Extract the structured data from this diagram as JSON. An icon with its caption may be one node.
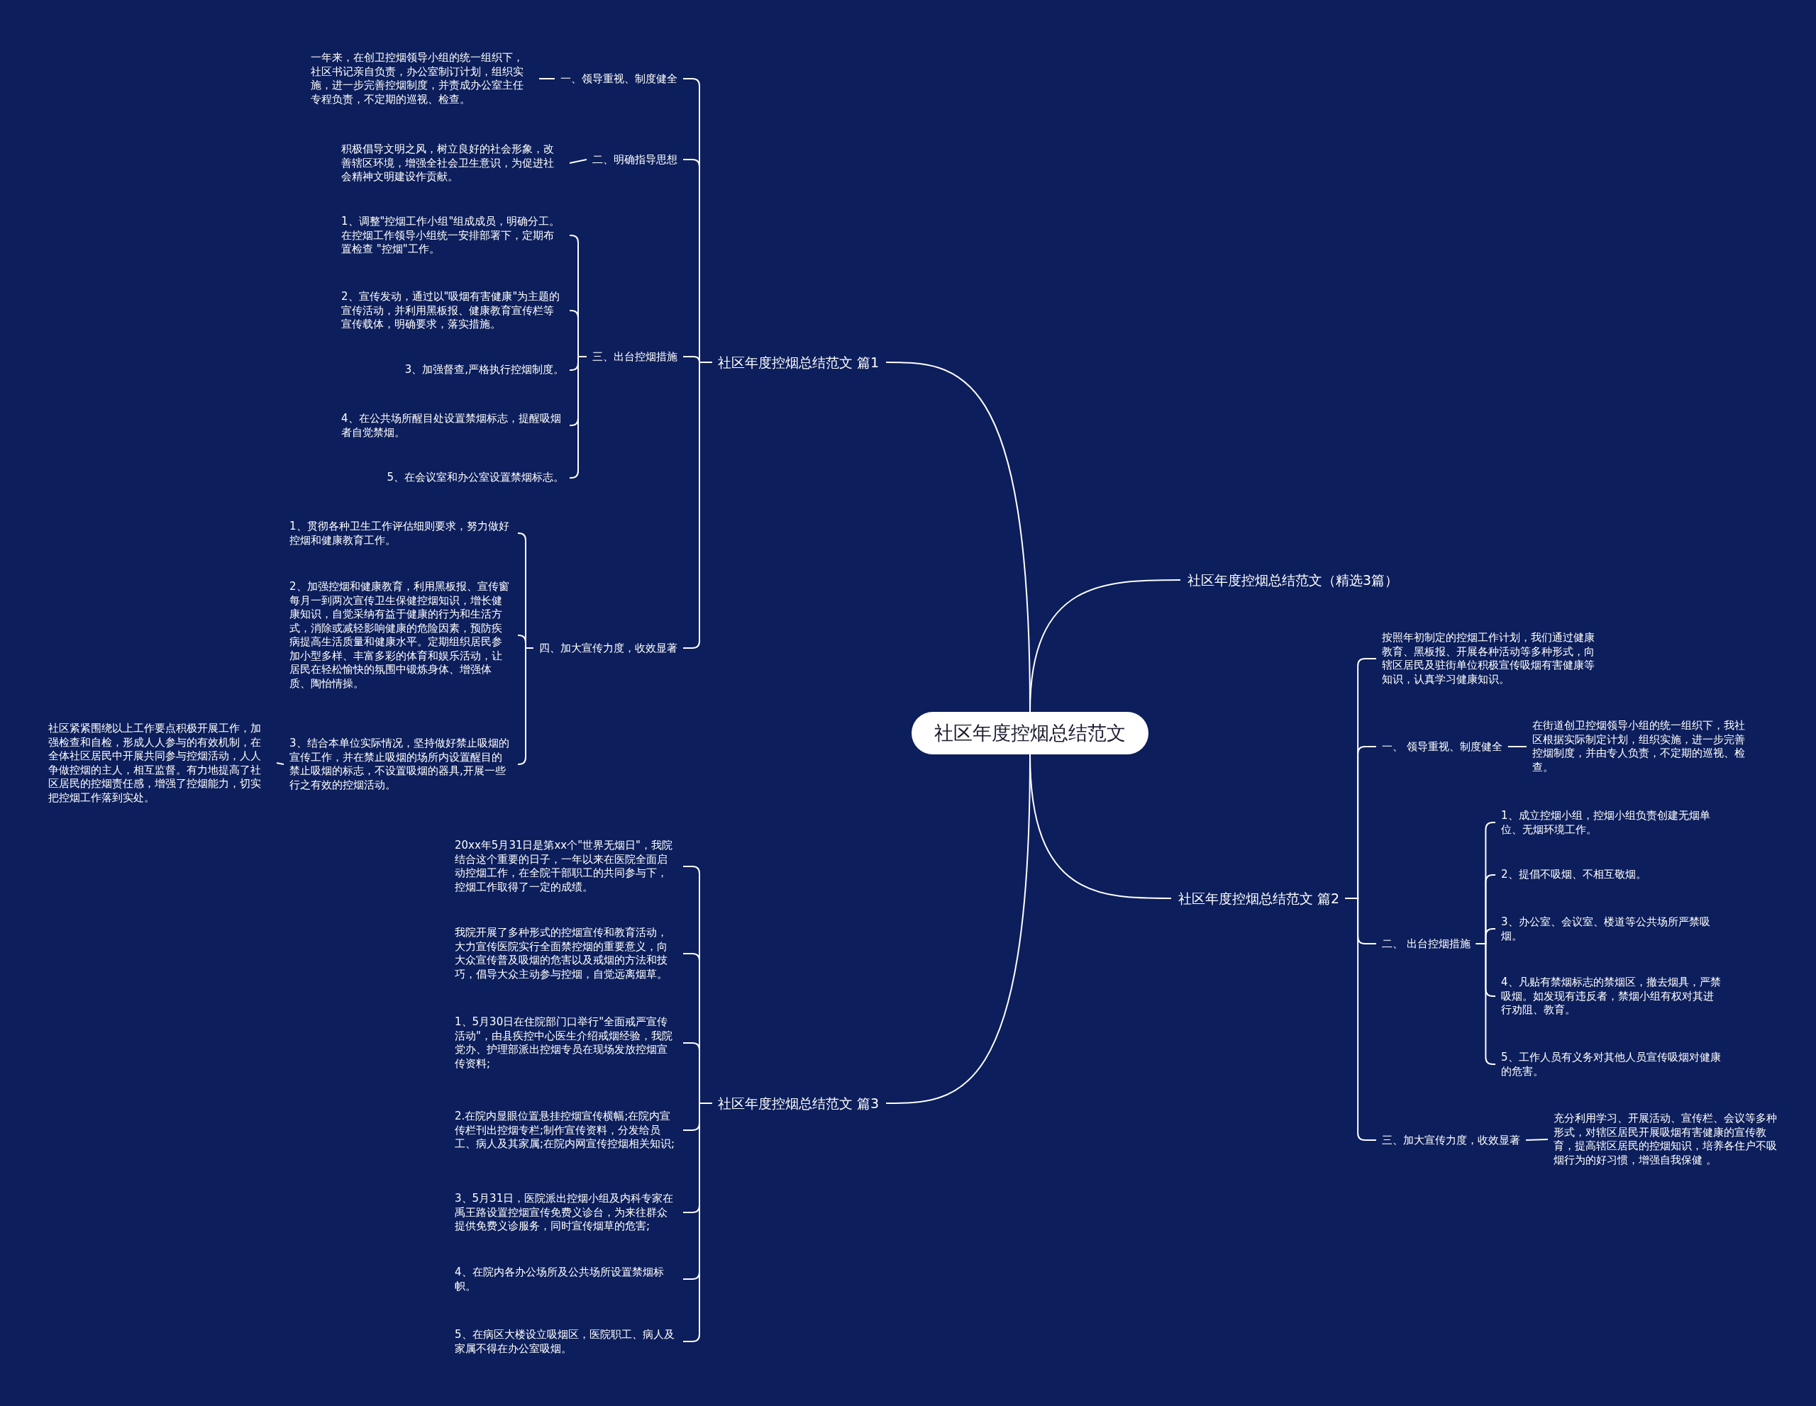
{
  "diagram": {
    "nodes": [
      {
        "text": [
          "社区年度控烟总结范文"
        ]
      },
      {
        "text": [
          "社区年度控烟总结范文 篇1"
        ]
      },
      {
        "text": [
          "一、领导重视、制度健全"
        ]
      },
      {
        "text": [
          "一年来，在创卫控烟领导小组的统一组织下，社区书记亲自负责，办公室制订计划，组织实施，进一步完善控烟制度，并责成办公室主任专程负责，不定期的巡视、检查。"
        ]
      },
      {
        "text": [
          "二、明确指导思想"
        ]
      },
      {
        "text": [
          "积极倡导文明之风，树立良好的社会形象，改善辖区环境，增强全社会卫生意识，为促进社会精神文明建设作贡献。"
        ]
      },
      {
        "text": [
          "三、出台控烟措施"
        ]
      },
      {
        "text": [
          "1、调整\"控烟工作小组\"组成成员，明确分工。在控烟工作领导小组统一安排部署下，定期布置检查 \"控烟\"工作。"
        ]
      },
      {
        "text": [
          "2、宣传发动，通过以\"吸烟有害健康\"为主题的宣传活动，并利用黑板报、健康教育宣传栏等宣传载体，明确要求，落实措施。"
        ]
      },
      {
        "text": [
          "3、加强督查,严格执行控烟制度。"
        ]
      },
      {
        "text": [
          "4、在公共场所醒目处设置禁烟标志，提醒吸烟者自觉禁烟。"
        ]
      },
      {
        "text": [
          "5、在会议室和办公室设置禁烟标志。"
        ]
      },
      {
        "text": [
          "四、加大宣传力度，收效显著"
        ]
      },
      {
        "text": [
          "1、贯彻各种卫生工作评估细则要求，努力做好控烟和健康教育工作。"
        ]
      },
      {
        "text": [
          "2、加强控烟和健康教育，利用黑板报、宣传窗每月一到两次宣传卫生保健控烟知识，增长健康知识，自觉采纳有益于健康的行为和生活方式，消除或减轻影响健康的危险因素，预防疾病提高生活质量和健康水平。定期组织居民参加小型多样、丰富多彩的体育和娱乐活动，让居民在轻松愉快的氛围中锻炼身体、增强体质、陶怡情操。"
        ]
      },
      {
        "text": [
          "3、结合本单位实际情况，坚持做好禁止吸烟的宣传工作，并在禁止吸烟的场所内设置醒目的禁止吸烟的标志，不设置吸烟的器具,开展一些行之有效的控烟活动。"
        ]
      },
      {
        "text": [
          "社区紧紧围绕以上工作要点积极开展工作，加强检查和自检，形成人人参与的有效机制，在全体社区居民中开展共同参与控烟活动，人人争做控烟的主人，相互监督。有力地提高了社区居民的控烟责任感，增强了控烟能力，切实把控烟工作落到实处。"
        ]
      },
      {
        "text": [
          "社区年度控烟总结范文（精选3篇）"
        ]
      },
      {
        "text": [
          "社区年度控烟总结范文 篇2"
        ]
      },
      {
        "text": [
          "按照年初制定的控烟工作计划，我们通过健康教育、黑板报、开展各种活动等多种形式，向辖区居民及驻街单位积极宣传吸烟有害健康等知识，认真学习健康知识。"
        ]
      },
      {
        "text": [
          "一、 领导重视、制度健全"
        ]
      },
      {
        "text": [
          "在街道创卫控烟领导小组的统一组织下，我社区根据实际制定计划，组织实施，进一步完善控烟制度，并由专人负责，不定期的巡视、检查。"
        ]
      },
      {
        "text": [
          "二、 出台控烟措施"
        ]
      },
      {
        "text": [
          "1、成立控烟小组，控烟小组负责创建无烟单位、无烟环境工作。"
        ]
      },
      {
        "text": [
          "2、提倡不吸烟、不相互敬烟。"
        ]
      },
      {
        "text": [
          "3、办公室、会议室、楼道等公共场所严禁吸烟。"
        ]
      },
      {
        "text": [
          "4、凡贴有禁烟标志的禁烟区，撤去烟具，严禁吸烟。如发现有违反者，禁烟小组有权对其进行劝阻、教育。"
        ]
      },
      {
        "text": [
          "5、工作人员有义务对其他人员宣传吸烟对健康的危害。"
        ]
      },
      {
        "text": [
          "三、加大宣传力度，收效显著"
        ]
      },
      {
        "text": [
          "充分利用学习、开展活动、宣传栏、会议等多种形式，对辖区居民开展吸烟有害健康的宣传教育，提高辖区居民的控烟知识，培养各住户不吸烟行为的好习惯，增强自我保健 。"
        ]
      },
      {
        "text": [
          "社区年度控烟总结范文 篇3"
        ]
      },
      {
        "text": [
          "20xx年5月31日是第xx个\"世界无烟日\"，我院结合这个重要的日子，一年以来在医院全面启动控烟工作，在全院干部职工的共同参与下，控烟工作取得了一定的成绩。"
        ]
      },
      {
        "text": [
          "我院开展了多种形式的控烟宣传和教育活动，大力宣传医院实行全面禁控烟的重要意义，向大众宣传普及吸烟的危害以及戒烟的方法和技巧，倡导大众主动参与控烟，自觉远离烟草。"
        ]
      },
      {
        "text": [
          "1、5月30日在住院部门口举行\"全面戒严宣传活动\"，由县疾控中心医生介绍戒烟经验，我院党办、护理部派出控烟专员在现场发放控烟宣传资料;"
        ]
      },
      {
        "text": [
          "2.在院内显眼位置悬挂控烟宣传横幅;在院内宣传栏刊出控烟专栏;制作宣传资料，分发给员工、病人及其家属;在院内网宣传控烟相关知识;"
        ]
      },
      {
        "text": [
          "3、5月31日，医院派出控烟小组及内科专家在禹王路设置控烟宣传免费义诊台，为来往群众提供免费义诊服务，同时宣传烟草的危害;"
        ]
      },
      {
        "text": [
          "4、在院内各办公场所及公共场所设置禁烟标帜。"
        ]
      },
      {
        "text": [
          "5、在病区大楼设立吸烟区，医院职工、病人及家属不得在办公室吸烟。"
        ]
      }
    ],
    "edges": [
      {
        "from": 0,
        "to": 1,
        "arrow": "none"
      },
      {
        "from": 1,
        "to": 2,
        "arrow": "none"
      },
      {
        "from": 2,
        "to": 3,
        "arrow": "none"
      },
      {
        "from": 1,
        "to": 4,
        "arrow": "none"
      },
      {
        "from": 4,
        "to": 5,
        "arrow": "none"
      },
      {
        "from": 1,
        "to": 6,
        "arrow": "none"
      },
      {
        "from": 6,
        "to": 7,
        "arrow": "none"
      },
      {
        "from": 6,
        "to": 8,
        "arrow": "none"
      },
      {
        "from": 6,
        "to": 9,
        "arrow": "none"
      },
      {
        "from": 6,
        "to": 10,
        "arrow": "none"
      },
      {
        "from": 6,
        "to": 11,
        "arrow": "none"
      },
      {
        "from": 1,
        "to": 12,
        "arrow": "none"
      },
      {
        "from": 12,
        "to": 13,
        "arrow": "none"
      },
      {
        "from": 12,
        "to": 14,
        "arrow": "none"
      },
      {
        "from": 12,
        "to": 15,
        "arrow": "none"
      },
      {
        "from": 15,
        "to": 16,
        "arrow": "none"
      },
      {
        "from": 0,
        "to": 17,
        "arrow": "none"
      },
      {
        "from": 0,
        "to": 18,
        "arrow": "none"
      },
      {
        "from": 18,
        "to": 19,
        "arrow": "none"
      },
      {
        "from": 18,
        "to": 20,
        "arrow": "none"
      },
      {
        "from": 20,
        "to": 21,
        "arrow": "none"
      },
      {
        "from": 18,
        "to": 22,
        "arrow": "none"
      },
      {
        "from": 22,
        "to": 23,
        "arrow": "none"
      },
      {
        "from": 22,
        "to": 24,
        "arrow": "none"
      },
      {
        "from": 22,
        "to": 25,
        "arrow": "none"
      },
      {
        "from": 22,
        "to": 26,
        "arrow": "none"
      },
      {
        "from": 22,
        "to": 27,
        "arrow": "none"
      },
      {
        "from": 18,
        "to": 28,
        "arrow": "none"
      },
      {
        "from": 28,
        "to": 29,
        "arrow": "none"
      },
      {
        "from": 0,
        "to": 30,
        "arrow": "none"
      },
      {
        "from": 30,
        "to": 31,
        "arrow": "none"
      },
      {
        "from": 30,
        "to": 32,
        "arrow": "none"
      },
      {
        "from": 30,
        "to": 33,
        "arrow": "none"
      },
      {
        "from": 30,
        "to": 34,
        "arrow": "none"
      },
      {
        "from": 30,
        "to": 35,
        "arrow": "none"
      },
      {
        "from": 30,
        "to": 36,
        "arrow": "none"
      },
      {
        "from": 30,
        "to": 37,
        "arrow": "none"
      }
    ]
  }
}
